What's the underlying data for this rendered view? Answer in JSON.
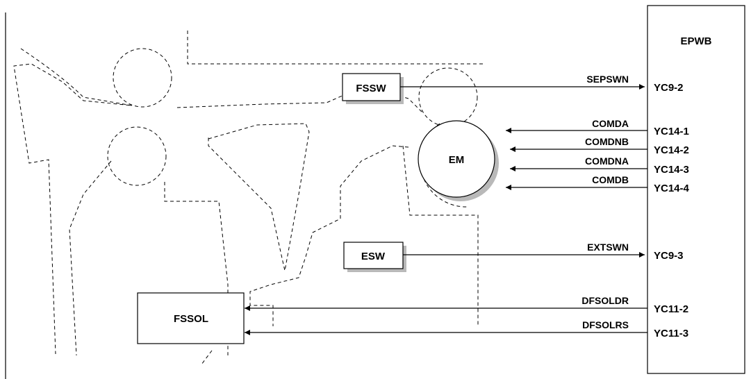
{
  "board": {
    "label": "EPWB"
  },
  "components": {
    "fssw": "FSSW",
    "em": "EM",
    "esw": "ESW",
    "fssol": "FSSOL"
  },
  "signals": [
    {
      "name": "SEPSWN",
      "connector": "YC9-2",
      "direction": "to-board"
    },
    {
      "name": "COMDA",
      "connector": "YC14-1",
      "direction": "to-component"
    },
    {
      "name": "COMDNB",
      "connector": "YC14-2",
      "direction": "to-component"
    },
    {
      "name": "COMDNA",
      "connector": "YC14-3",
      "direction": "to-component"
    },
    {
      "name": "COMDB",
      "connector": "YC14-4",
      "direction": "to-component"
    },
    {
      "name": "EXTSWN",
      "connector": "YC9-3",
      "direction": "to-board"
    },
    {
      "name": "DFSOLDR",
      "connector": "YC11-2",
      "direction": "to-component"
    },
    {
      "name": "DFSOLRS",
      "connector": "YC11-3",
      "direction": "to-component"
    }
  ]
}
